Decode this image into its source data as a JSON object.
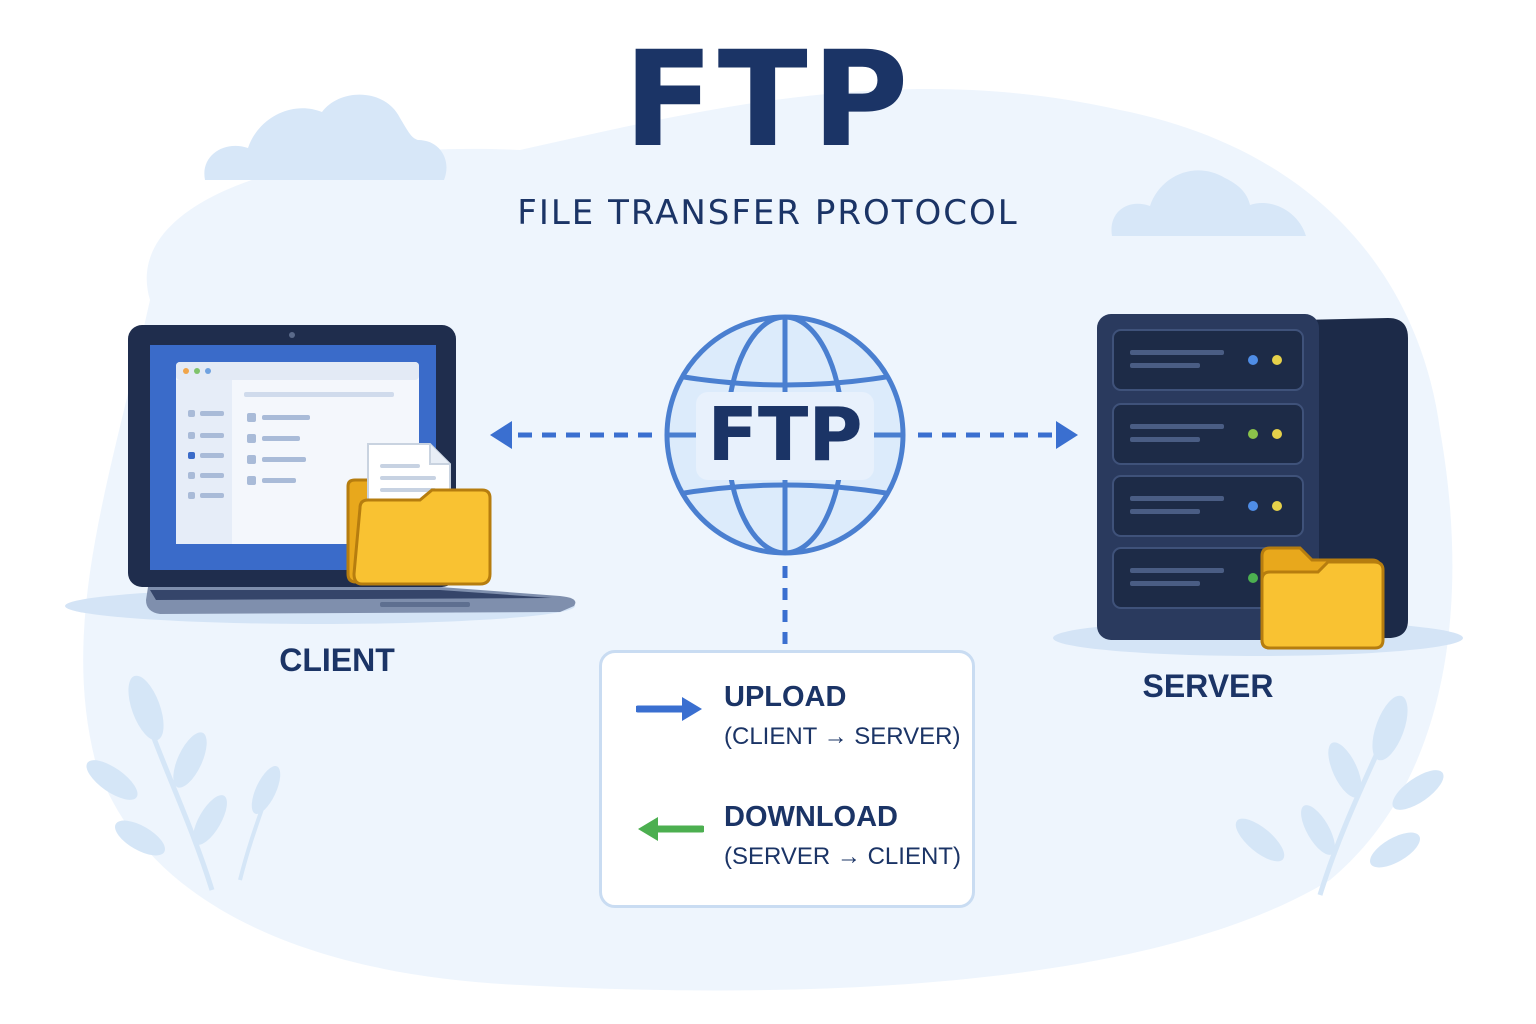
{
  "header": {
    "title": "FTP",
    "subtitle": "FILE TRANSFER PROTOCOL"
  },
  "client": {
    "label": "CLIENT"
  },
  "server": {
    "label": "SERVER"
  },
  "protocol": {
    "label": "FTP"
  },
  "legend": {
    "upload": {
      "label": "UPLOAD",
      "detail": "(CLIENT → SERVER)",
      "arrow_color": "#3a6fd0"
    },
    "download": {
      "label": "DOWNLOAD",
      "detail": "(SERVER → CLIENT)",
      "arrow_color": "#4caf50"
    }
  },
  "colors": {
    "navy": "#1b3466",
    "accent_blue": "#3a6fd0",
    "folder_yellow": "#f9c232",
    "background_tint": "#eef5fd"
  }
}
